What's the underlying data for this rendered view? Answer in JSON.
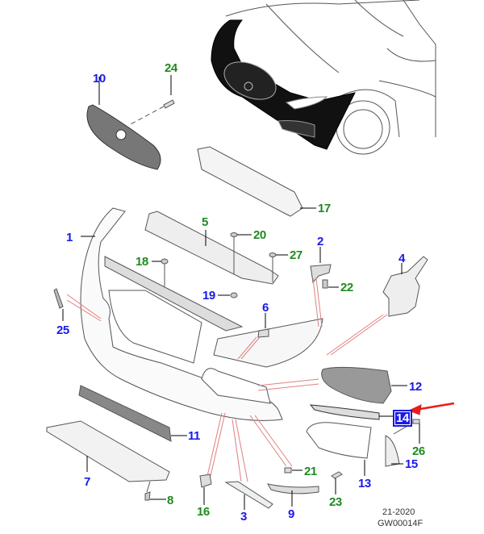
{
  "diagram": {
    "title": "Front bumper components exploded view",
    "colors": {
      "part_label": "#1a1ae6",
      "fastener_label": "#1e8a1e",
      "highlight_box": "#1a1ae6",
      "highlight_arrow": "#e81c1c",
      "reference_line": "#e08080"
    },
    "highlighted_part": "14",
    "labels": [
      {
        "id": "l1",
        "text": "1",
        "type": "part"
      },
      {
        "id": "l2",
        "text": "2",
        "type": "part"
      },
      {
        "id": "l3",
        "text": "3",
        "type": "part"
      },
      {
        "id": "l4",
        "text": "4",
        "type": "part"
      },
      {
        "id": "l5",
        "text": "5",
        "type": "fastener"
      },
      {
        "id": "l6",
        "text": "6",
        "type": "part"
      },
      {
        "id": "l7",
        "text": "7",
        "type": "part"
      },
      {
        "id": "l8",
        "text": "8",
        "type": "fastener"
      },
      {
        "id": "l9",
        "text": "9",
        "type": "part"
      },
      {
        "id": "l10",
        "text": "10",
        "type": "part"
      },
      {
        "id": "l11",
        "text": "11",
        "type": "part"
      },
      {
        "id": "l12",
        "text": "12",
        "type": "part"
      },
      {
        "id": "l13",
        "text": "13",
        "type": "part"
      },
      {
        "id": "l14",
        "text": "14",
        "type": "part"
      },
      {
        "id": "l15",
        "text": "15",
        "type": "part"
      },
      {
        "id": "l16",
        "text": "16",
        "type": "fastener"
      },
      {
        "id": "l17",
        "text": "17",
        "type": "fastener"
      },
      {
        "id": "l18",
        "text": "18",
        "type": "fastener"
      },
      {
        "id": "l19",
        "text": "19",
        "type": "part"
      },
      {
        "id": "l20",
        "text": "20",
        "type": "fastener"
      },
      {
        "id": "l21",
        "text": "21",
        "type": "fastener"
      },
      {
        "id": "l22",
        "text": "22",
        "type": "fastener"
      },
      {
        "id": "l23",
        "text": "23",
        "type": "fastener"
      },
      {
        "id": "l24",
        "text": "24",
        "type": "fastener"
      },
      {
        "id": "l25",
        "text": "25",
        "type": "part"
      },
      {
        "id": "l26",
        "text": "26",
        "type": "fastener"
      },
      {
        "id": "l27",
        "text": "27",
        "type": "fastener"
      }
    ],
    "footer": {
      "date_code": "21-2020",
      "illustration_code": "GW00014F"
    }
  }
}
